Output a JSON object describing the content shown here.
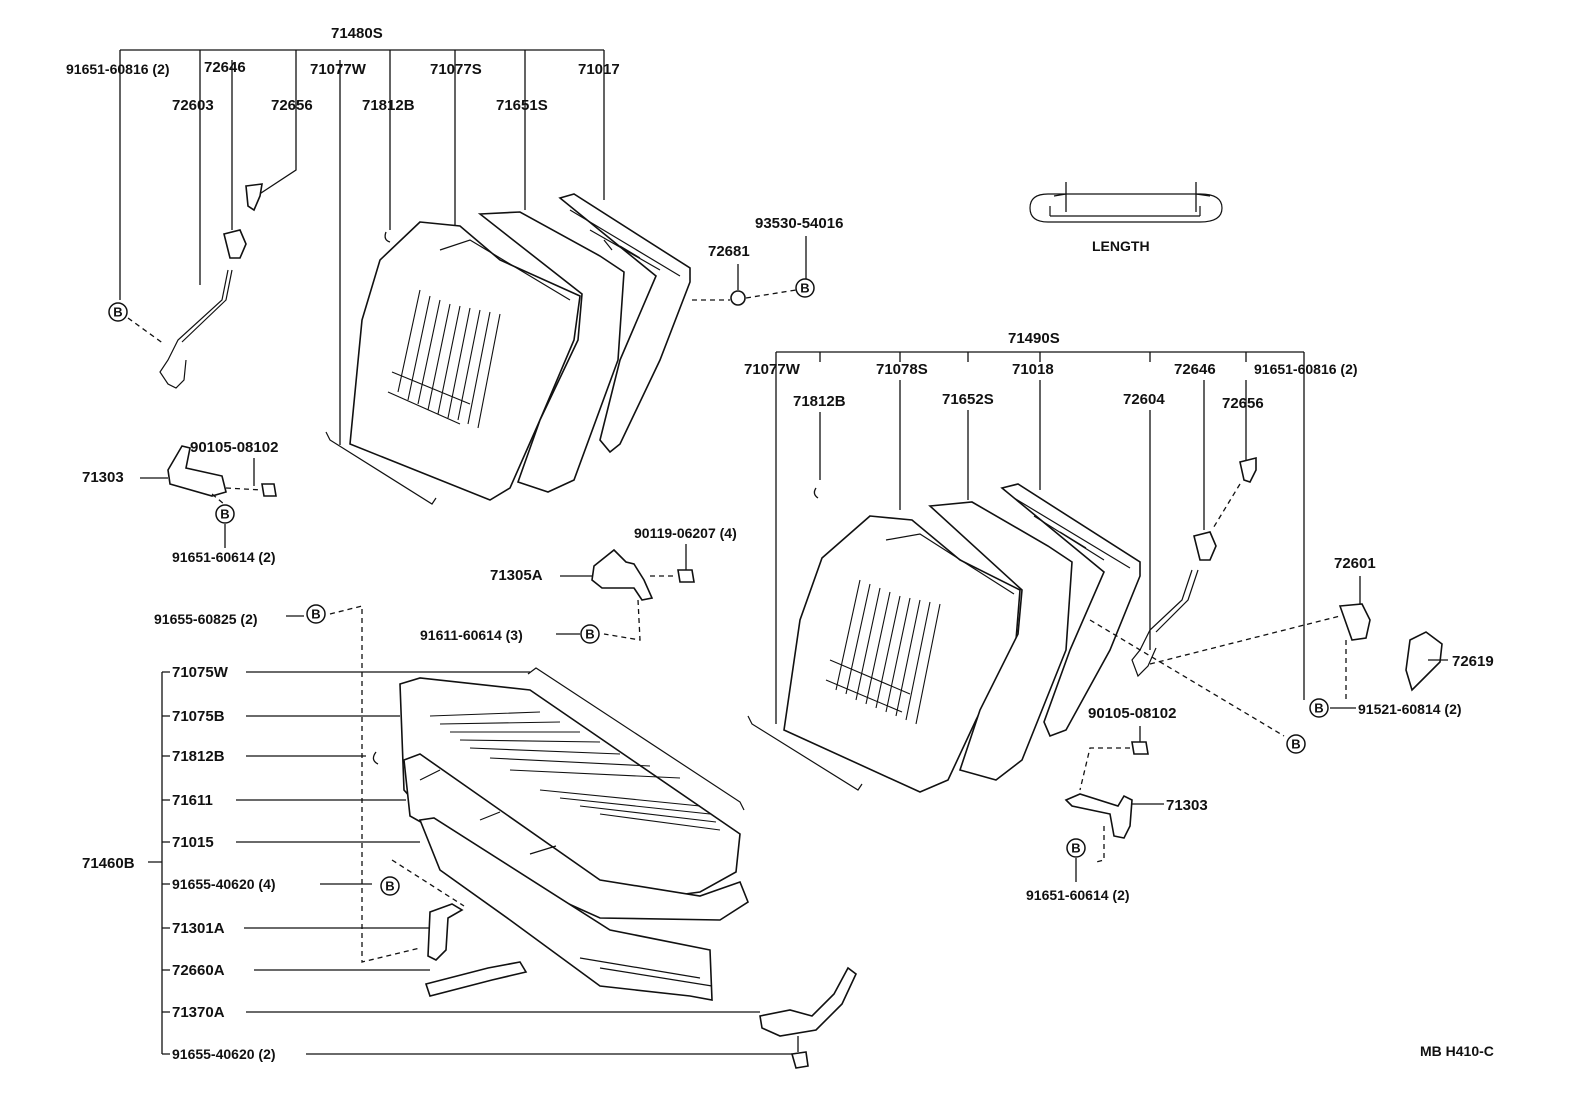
{
  "labels": {
    "upper_assy": "71480S",
    "u_91651_60816": "91651-60816 (2)",
    "u_72646": "72646",
    "u_71077W": "71077W",
    "u_71077S": "71077S",
    "u_71017": "71017",
    "u_72603": "72603",
    "u_72656": "72656",
    "u_71812B": "71812B",
    "u_71651S": "71651S",
    "u_93530": "93530-54016",
    "u_72681": "72681",
    "u_90105": "90105-08102",
    "u_71303": "71303",
    "u_91651_60614": "91651-60614 (2)",
    "m_90119": "90119-06207 (4)",
    "m_71305A": "71305A",
    "m_91611": "91611-60614 (3)",
    "m_91655_60825": "91655-60825 (2)",
    "length": "LENGTH",
    "r_assy": "71490S",
    "r_71077W": "71077W",
    "r_71078S": "71078S",
    "r_71018": "71018",
    "r_72646": "72646",
    "r_91651_60816": "91651-60816 (2)",
    "r_71812B": "71812B",
    "r_71652S": "71652S",
    "r_72604": "72604",
    "r_72656": "72656",
    "r_72601": "72601",
    "r_72619": "72619",
    "r_91521": "91521-60814 (2)",
    "r_90105": "90105-08102",
    "r_71303": "71303",
    "r_91651_60614": "91651-60614 (2)",
    "c_assy": "71460B",
    "c_71075W": "71075W",
    "c_71075B": "71075B",
    "c_71812B": "71812B",
    "c_71611": "71611",
    "c_71015": "71015",
    "c_91655_40620_4": "91655-40620 (4)",
    "c_71301A": "71301A",
    "c_72660A": "72660A",
    "c_71370A": "71370A",
    "c_91655_40620_2": "91655-40620 (2)",
    "diagram_code": "MB H410-C",
    "b_marker": "B"
  }
}
